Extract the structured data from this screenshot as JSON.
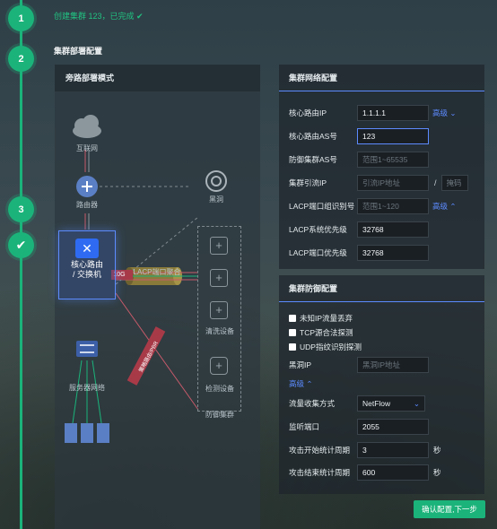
{
  "steps": [
    {
      "label": "1"
    },
    {
      "label": "2"
    },
    {
      "label": "3"
    },
    {
      "label": "✔"
    }
  ],
  "status_text": "创建集群 123，已完成",
  "status_check": "✔",
  "section_title": "集群部署配置",
  "topology": {
    "title": "旁路部署模式",
    "internet": "互联网",
    "router": "路由器",
    "blackhole": "黑洞",
    "core_line1": "核心路由",
    "core_line2": "/ 交换机",
    "lacp": "LACP端口聚合",
    "servers": "服务器网络",
    "clean": "清洗设备",
    "detect": "检测设备",
    "cluster": "防御集群",
    "badge_10g": "10G",
    "badge_policy": "策略路由/PBR"
  },
  "network": {
    "title": "集群网络配置",
    "core_ip_label": "核心路由IP",
    "core_ip_value": "1.1.1.1",
    "advanced": "高级",
    "advanced_down": "⌄",
    "advanced_up": "⌃",
    "core_as_label": "核心路由AS号",
    "core_as_value": "123",
    "defense_as_label": "防御集群AS号",
    "defense_as_placeholder": "范围1~65535",
    "redirect_ip_label": "集群引流IP",
    "redirect_ip_placeholder": "引流IP地址",
    "mask_placeholder": "掩码",
    "slash": "/",
    "lacp_group_label": "LACP端口组识别号",
    "lacp_group_placeholder": "范围1~120",
    "lacp_sys_label": "LACP系统优先级",
    "lacp_sys_value": "32768",
    "lacp_port_label": "LACP端口优先级",
    "lacp_port_value": "32768"
  },
  "defense": {
    "title": "集群防御配置",
    "chk_unknown_ip": "未知IP流量丢弃",
    "chk_tcp": "TCP源合法探测",
    "chk_udp": "UDP指纹识别探测",
    "blackhole_ip_label": "黑洞IP",
    "blackhole_ip_placeholder": "黑洞IP地址",
    "advanced": "高级",
    "advanced_up": "⌃",
    "flow_method_label": "流量收集方式",
    "flow_method_value": "NetFlow",
    "listen_port_label": "监听端口",
    "listen_port_value": "2055",
    "start_period_label": "攻击开始统计周期",
    "start_period_value": "3",
    "end_period_label": "攻击结束统计周期",
    "end_period_value": "600",
    "unit_seconds": "秒"
  },
  "confirm_button": "确认配置,下一步",
  "colors": {
    "accent_green": "#1bb37a",
    "accent_blue": "#5c8bff"
  }
}
